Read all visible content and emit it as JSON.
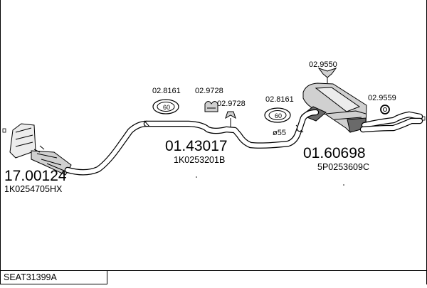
{
  "diagram": {
    "code": "SEAT31399A",
    "parts": {
      "catalyst": {
        "number": "17.00124",
        "oem": "1K0254705HX"
      },
      "middle_pipe": {
        "number": "01.43017",
        "oem": "1K0253201B"
      },
      "rear_silencer": {
        "number": "01.60698",
        "oem": "5P0253609C"
      }
    },
    "fittings": {
      "rubber_mount_left": {
        "number": "02.8161",
        "marking": "60"
      },
      "hanger_a": {
        "number": "02.9728"
      },
      "hanger_b": {
        "number": "02.9728"
      },
      "rubber_mount_right": {
        "number": "02.8161",
        "marking": "60"
      },
      "top_bracket": {
        "number": "02.9550"
      },
      "side_ring": {
        "number": "02.9559"
      }
    },
    "diameter_label": "ø55"
  }
}
